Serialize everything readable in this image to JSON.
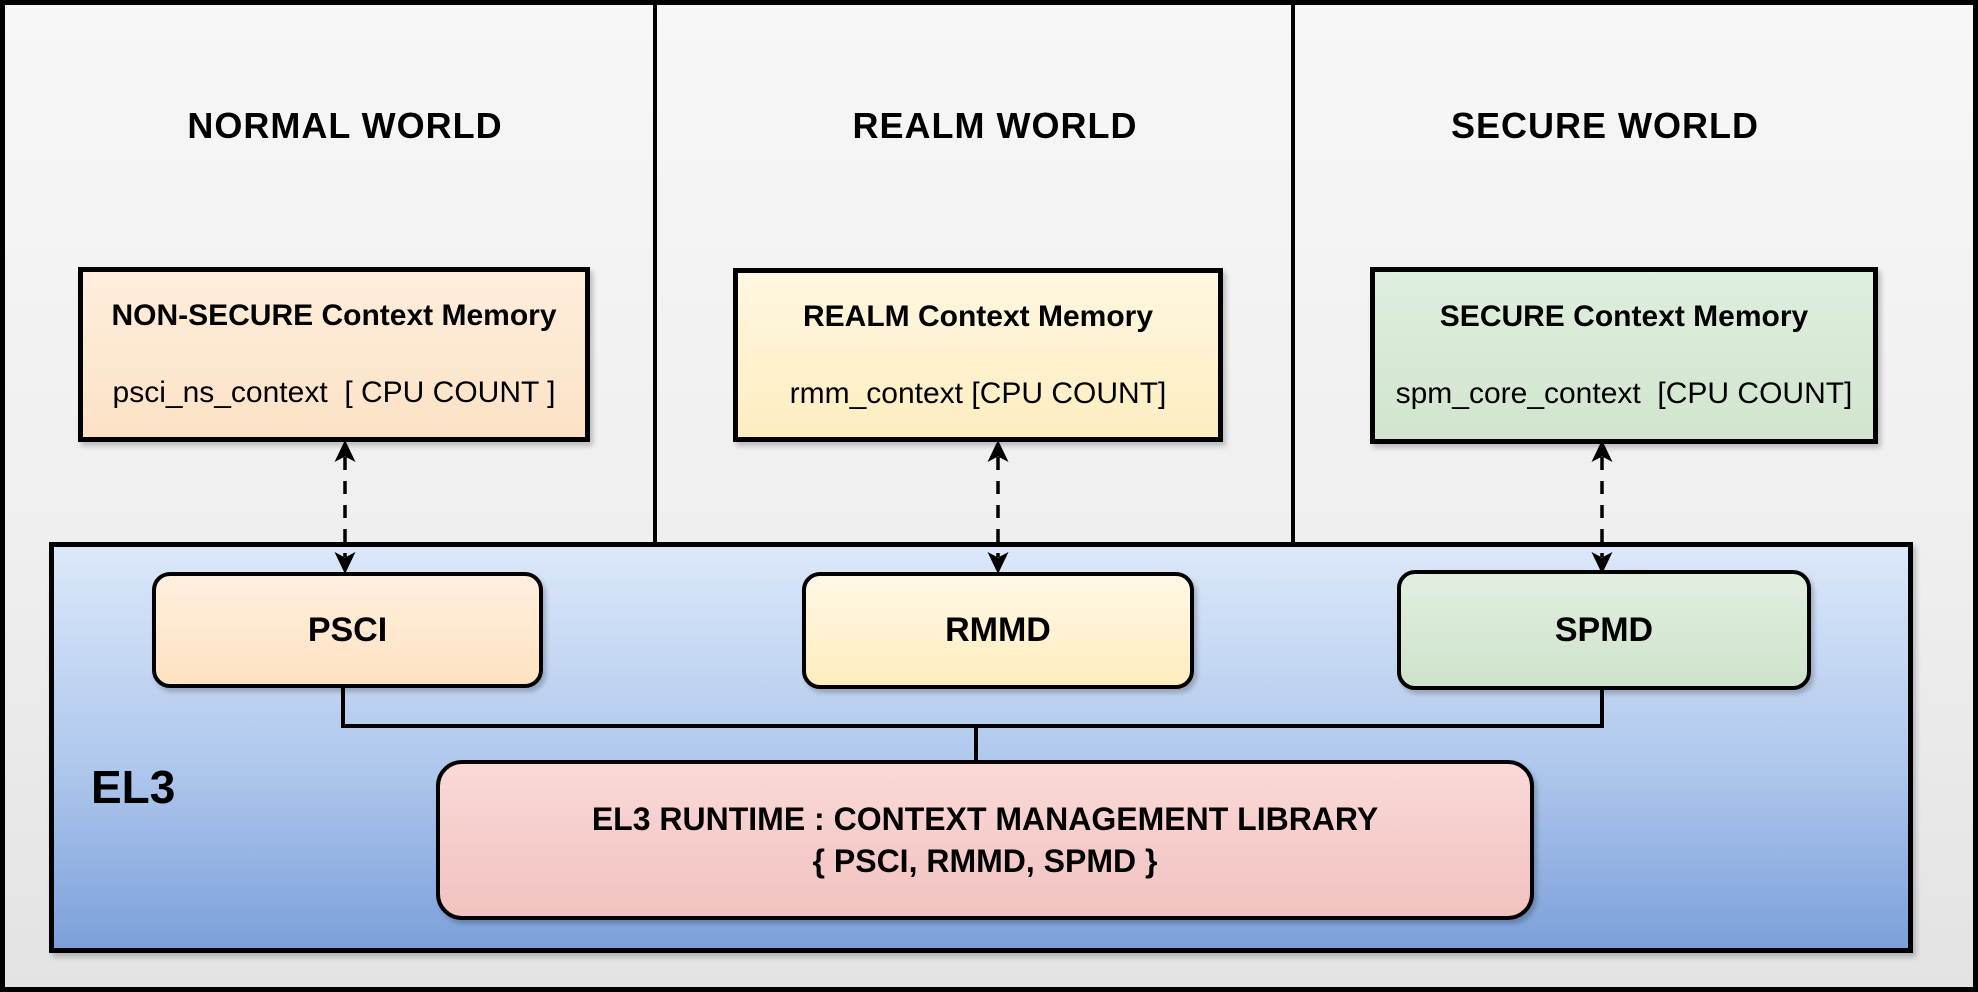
{
  "worlds": [
    {
      "title": "NORMAL WORLD",
      "memory_title": "NON-SECURE Context Memory",
      "memory_code": "psci_ns_context  [ CPU COUNT ]",
      "module": "PSCI",
      "fill": "#FFE6CC"
    },
    {
      "title": "REALM WORLD",
      "memory_title": "REALM Context Memory",
      "memory_code": "rmm_context [CPU COUNT]",
      "module": "RMMD",
      "fill": "#FFF2CC"
    },
    {
      "title": "SECURE WORLD",
      "memory_title": "SECURE Context Memory",
      "memory_code": "spm_core_context  [CPU COUNT]",
      "module": "SPMD",
      "fill": "#D5E8D4"
    }
  ],
  "el3": {
    "label": "EL3",
    "runtime_title": "EL3 RUNTIME : CONTEXT MANAGEMENT LIBRARY",
    "runtime_subtitle": "{ PSCI, RMMD, SPMD }",
    "runtime_fill": "#F8CECC",
    "band_gradient_top": "#DCE8FA",
    "band_gradient_bottom": "#7DA0DB"
  },
  "colors": {
    "canvas_background": "#EFEFEF",
    "outline": "#000000",
    "normal_fill": "#FFE6CC",
    "realm_fill": "#FFF2CC",
    "secure_fill": "#D5E8D4",
    "runtime_fill": "#F8CECC"
  }
}
